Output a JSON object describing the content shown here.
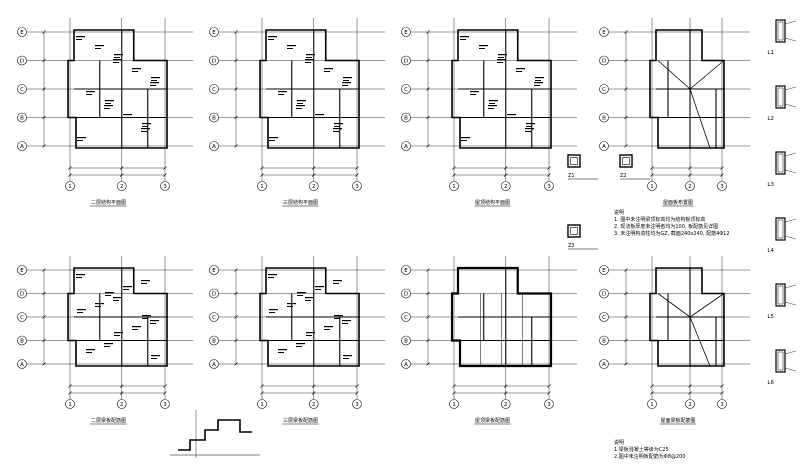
{
  "sheet": {
    "panels_top": [
      {
        "id": "p1",
        "title": "二层结构平面图",
        "grid_letters": [
          "E",
          "D",
          "C",
          "B",
          "A"
        ],
        "grid_numbers": [
          "1",
          "2",
          "3"
        ]
      },
      {
        "id": "p2",
        "title": "三层结构平面图",
        "grid_letters": [
          "E",
          "D",
          "C",
          "B",
          "A"
        ],
        "grid_numbers": [
          "1",
          "2",
          "3"
        ]
      },
      {
        "id": "p3",
        "title": "屋顶结构平面图",
        "grid_letters": [
          "E",
          "D",
          "C",
          "B",
          "A"
        ],
        "grid_numbers": [
          "1",
          "2",
          "3"
        ]
      },
      {
        "id": "p4",
        "title": "屋面板布置图",
        "grid_letters": [
          "E",
          "D",
          "C",
          "B",
          "A"
        ],
        "grid_numbers": [
          "1",
          "2",
          "3"
        ]
      }
    ],
    "panels_bottom": [
      {
        "id": "p5",
        "title": "二层梁板配筋图",
        "grid_letters": [
          "E",
          "D",
          "C",
          "B",
          "A"
        ],
        "grid_numbers": [
          "1",
          "2",
          "3"
        ]
      },
      {
        "id": "p6",
        "title": "三层梁板配筋图",
        "grid_letters": [
          "E",
          "D",
          "C",
          "B",
          "A"
        ],
        "grid_numbers": [
          "1",
          "2",
          "3"
        ]
      },
      {
        "id": "p7",
        "title": "屋顶梁板配筋图",
        "grid_letters": [
          "E",
          "D",
          "C",
          "B",
          "A"
        ],
        "grid_numbers": [
          "1",
          "2",
          "3"
        ]
      },
      {
        "id": "p8",
        "title": "屋面梁板配筋图",
        "grid_letters": [
          "E",
          "D",
          "C",
          "B",
          "A"
        ],
        "grid_numbers": [
          "1",
          "2",
          "3"
        ]
      }
    ],
    "column_labels": [
      "Z1",
      "Z2",
      "Z3"
    ],
    "beam_labels": [
      "L1",
      "L2",
      "L3",
      "L4",
      "L5",
      "L6"
    ],
    "notes_mid": {
      "heading": "说明",
      "lines": [
        "1. 图中未注明梁顶标高均为结构板顶标高",
        "2. 现浇板厚度未注明者均为100, 板配筋见详图",
        "3. 未注明构造柱均为GZ, 截面240x240, 配筋4Φ12"
      ]
    },
    "notes_bottom": {
      "heading": "说明",
      "lines": [
        "1.梁板混凝土等级为C25",
        "2.图中未注明板配筋为Φ8@200"
      ]
    }
  }
}
